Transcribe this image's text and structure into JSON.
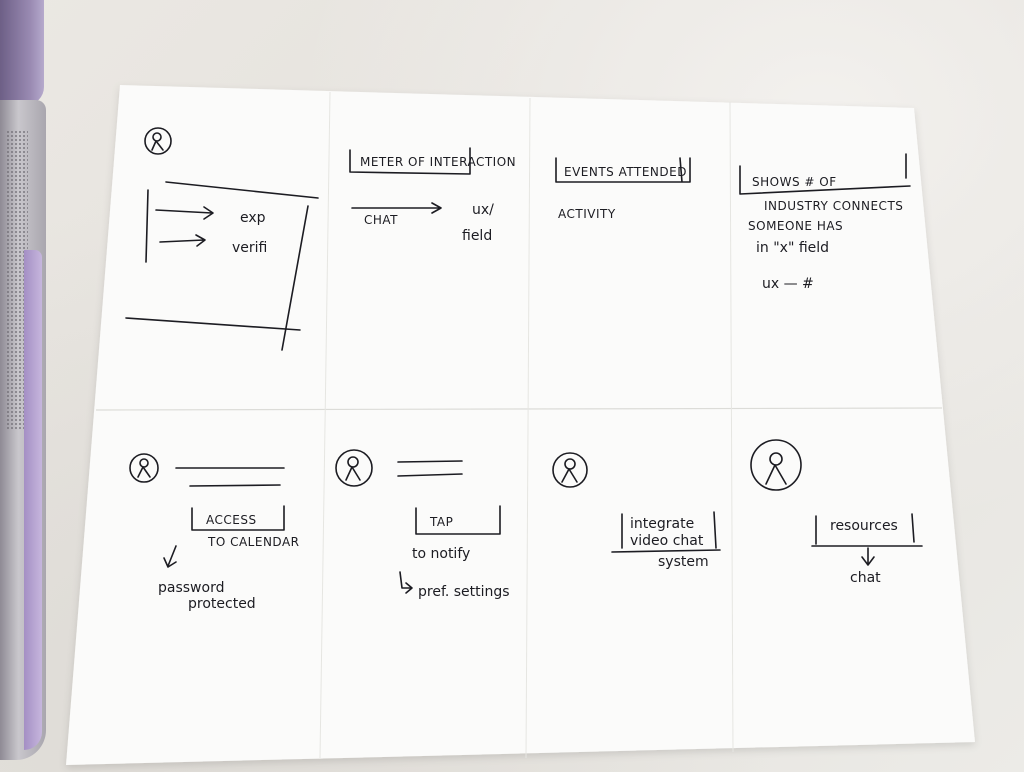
{
  "colors": {
    "paper": "#fbfbfa",
    "ink": "#1c1c22",
    "countertop": "#e9e6e1",
    "laptop_trim": "#b4a3cf"
  },
  "top_row": {
    "profile": {
      "icon": "user-circle-icon",
      "lines": [
        "exp",
        "verifi"
      ]
    },
    "meter": {
      "box_label": "METER OF INTERACTION",
      "arrow_from": "CHAT",
      "arrow_to_line1": "ux/",
      "arrow_to_line2": "field"
    },
    "events": {
      "box_label": "EVENTS ATTENDED",
      "sub": "ACTIVITY"
    },
    "connections": {
      "box_label": "SHOWS # OF",
      "lines": [
        "INDUSTRY CONNECTS",
        "SOMEONE HAS",
        "in \"x\" field",
        "ux — #"
      ]
    }
  },
  "bottom_row": {
    "calendar": {
      "icon": "user-circle-icon",
      "box_label": "ACCESS",
      "line": "TO CALENDAR",
      "note_line1": "password",
      "note_line2": "protected"
    },
    "notify": {
      "icon": "user-circle-icon",
      "box_label": "TAP",
      "line": "to notify",
      "note": "pref. settings"
    },
    "video": {
      "icon": "user-circle-icon",
      "box_line1": "integrate",
      "box_line2": "video chat",
      "line": "system"
    },
    "resources": {
      "icon": "user-circle-icon",
      "box_label": "resources",
      "line": "chat"
    }
  }
}
